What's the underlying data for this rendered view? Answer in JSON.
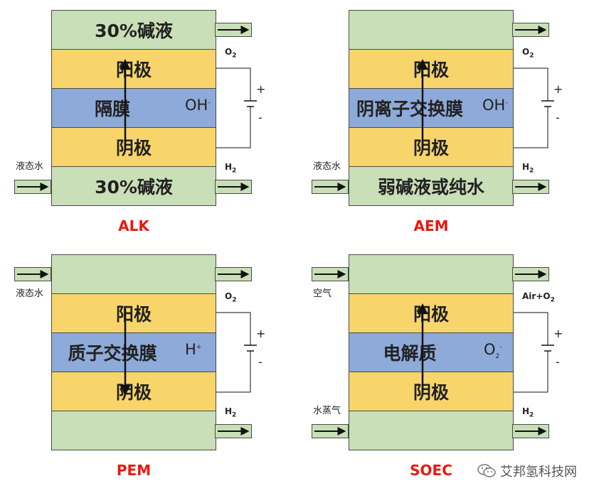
{
  "panels": [
    {
      "caption": "ALK",
      "top": "30%碱液",
      "anode": "阳极",
      "membrane": "隔膜",
      "cathode": "阴极",
      "bottom": "30%碱液",
      "ion": "OH",
      "ion_sup": "-",
      "ion_sub": "",
      "ion_direction": "up",
      "inlet_top_label": "",
      "inlet_bottom_label": "液态水",
      "gas_top": "O",
      "gas_top_sub": "2",
      "gas_top_prefix": "",
      "gas_bottom": "H",
      "gas_bottom_sub": "2",
      "plus": "+",
      "minus": "-"
    },
    {
      "caption": "AEM",
      "top": "",
      "anode": "阳极",
      "membrane": "阴离子交换膜",
      "cathode": "阴极",
      "bottom": "弱碱液或纯水",
      "ion": "OH",
      "ion_sup": "-",
      "ion_sub": "",
      "ion_direction": "up",
      "inlet_top_label": "",
      "inlet_bottom_label": "液态水",
      "gas_top": "O",
      "gas_top_sub": "2",
      "gas_top_prefix": "",
      "gas_bottom": "H",
      "gas_bottom_sub": "2",
      "plus": "+",
      "minus": "-"
    },
    {
      "caption": "PEM",
      "top": "",
      "anode": "阳极",
      "membrane": "质子交换膜",
      "cathode": "阴极",
      "bottom": "",
      "ion": "H",
      "ion_sup": "+",
      "ion_sub": "",
      "ion_direction": "down",
      "inlet_top_label": "液态水",
      "inlet_bottom_label": "",
      "gas_top": "O",
      "gas_top_sub": "2",
      "gas_top_prefix": "",
      "gas_bottom": "H",
      "gas_bottom_sub": "2",
      "plus": "+",
      "minus": "-"
    },
    {
      "caption": "SOEC",
      "top": "",
      "anode": "阳极",
      "membrane": "电解质",
      "cathode": "阴极",
      "bottom": "",
      "ion": "O",
      "ion_sup": "-",
      "ion_sub": "2",
      "ion_direction": "up",
      "inlet_top_label": "空气",
      "inlet_bottom_label": "水蒸气",
      "gas_top": "O",
      "gas_top_sub": "2",
      "gas_top_prefix": "Air+",
      "gas_bottom": "H",
      "gas_bottom_sub": "2",
      "plus": "+",
      "minus": "-"
    }
  ],
  "watermark": "艾邦氢科技网",
  "colors": {
    "electrolyte": "#c9dfb7",
    "electrode": "#f8d56b",
    "membrane": "#8eaad9",
    "caption": "#e8190f"
  }
}
